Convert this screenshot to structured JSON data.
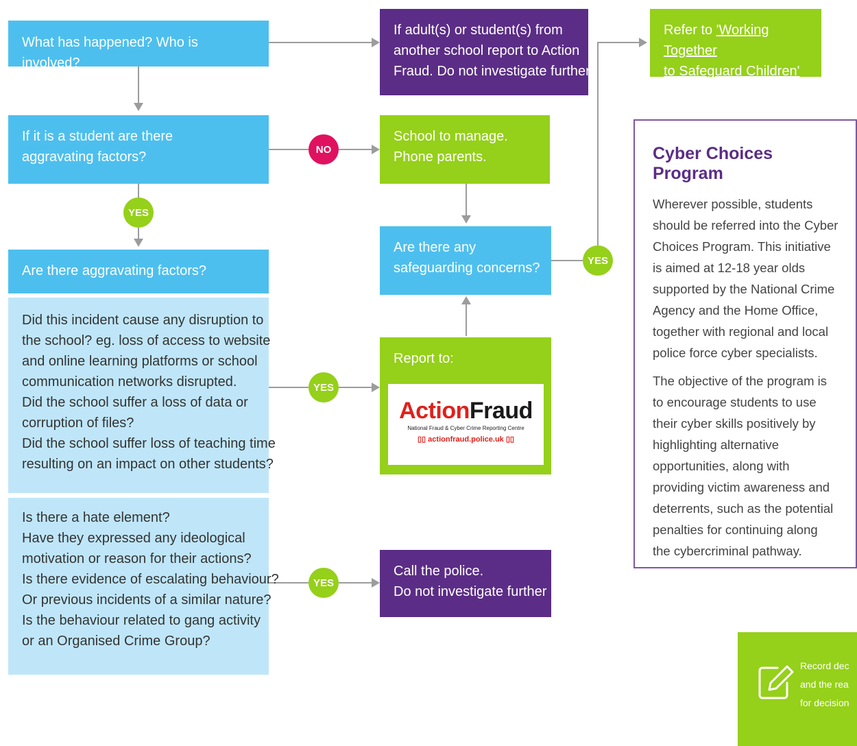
{
  "nodes": {
    "what_happened": "What has happened? Who is involved?",
    "adult_report": [
      "If adult(s) or student(s) from",
      "another school report to Action",
      "Fraud. Do not investigate further"
    ],
    "refer_to": "Refer to ",
    "refer_link": [
      "'Working Together",
      "to Safeguard Children'"
    ],
    "student_aggravating": [
      "If it is a student are there",
      "aggravating factors?"
    ],
    "school_manage": [
      "School to manage.",
      "Phone parents."
    ],
    "safeguarding": [
      "Are there any",
      "safeguarding concerns?"
    ],
    "aggravating_header": "Are there aggravating factors?",
    "disruption": [
      "Did this incident cause any disruption to",
      "the school? eg. loss of access to website",
      "and online learning platforms or school",
      "communication networks disrupted.",
      "Did the school suffer a loss of data or",
      "corruption of files?",
      "Did the school suffer loss of teaching time",
      "resulting on an  impact on other students?"
    ],
    "hate": [
      "Is there a hate element?",
      "Have they expressed any ideological",
      "motivation or reason for their actions?",
      "Is there evidence of escalating behaviour?",
      "Or previous incidents of a similar nature?",
      "Is the behaviour related to gang activity",
      "or an Organised Crime Group?"
    ],
    "report_to": "Report to:",
    "call_police": [
      "Call the police.",
      "Do not investigate further"
    ]
  },
  "badges": {
    "yes": "YES",
    "no": "NO"
  },
  "action_fraud": {
    "brand_a": "Action",
    "brand_b": "Fraud",
    "subtitle": "National Fraud & Cyber Crime Reporting Centre",
    "url": "actionfraud.police.uk"
  },
  "cyber_choices": {
    "title": "Cyber Choices Program",
    "para1": [
      "Wherever possible, students",
      "should be referred into the Cyber",
      "Choices Program. This initiative",
      "is aimed at 12-18 year olds",
      "supported by the National Crime",
      "Agency and the Home Office,",
      "together with regional and local",
      "police force cyber specialists."
    ],
    "para2": [
      "The objective of the program is",
      "to encourage students to use",
      "their cyber skills positively by",
      "highlighting alternative",
      "opportunities, along with",
      "providing victim awareness and",
      "deterrents, such as the potential",
      "penalties for continuing along",
      "the cybercriminal pathway."
    ]
  },
  "record": [
    "Record dec",
    "and the rea",
    "for decision"
  ],
  "colors": {
    "blue": "#4dbfee",
    "light_blue": "#bfe6f8",
    "green": "#95d01a",
    "purple": "#5b2d86",
    "pink": "#e0115f"
  }
}
